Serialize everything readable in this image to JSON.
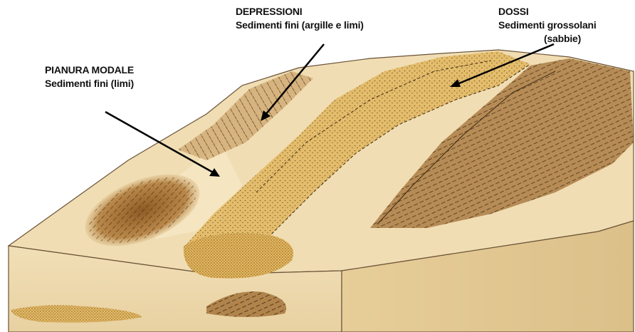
{
  "labels": {
    "depressioni": {
      "title": "DEPRESSIONI",
      "subtitle": "Sedimenti fini (argille e limi)"
    },
    "dossi": {
      "title": "DOSSI",
      "subtitle_line1": "Sedimenti grossolani",
      "subtitle_line2": "(sabbie)"
    },
    "pianura": {
      "title": "PIANURA MODALE",
      "subtitle": "Sedimenti fini (limi)"
    }
  },
  "colors": {
    "plain": "#f0ddb3",
    "plain_light": "#f6e8c8",
    "side_face": "#e9d2a0",
    "ridge_sand": "#e2b75f",
    "ridge_sand_dark": "#c8913a",
    "depression": "#a36f35",
    "depression_light": "#c69a5c",
    "outline": "#5a4630",
    "arrow": "#000000"
  }
}
